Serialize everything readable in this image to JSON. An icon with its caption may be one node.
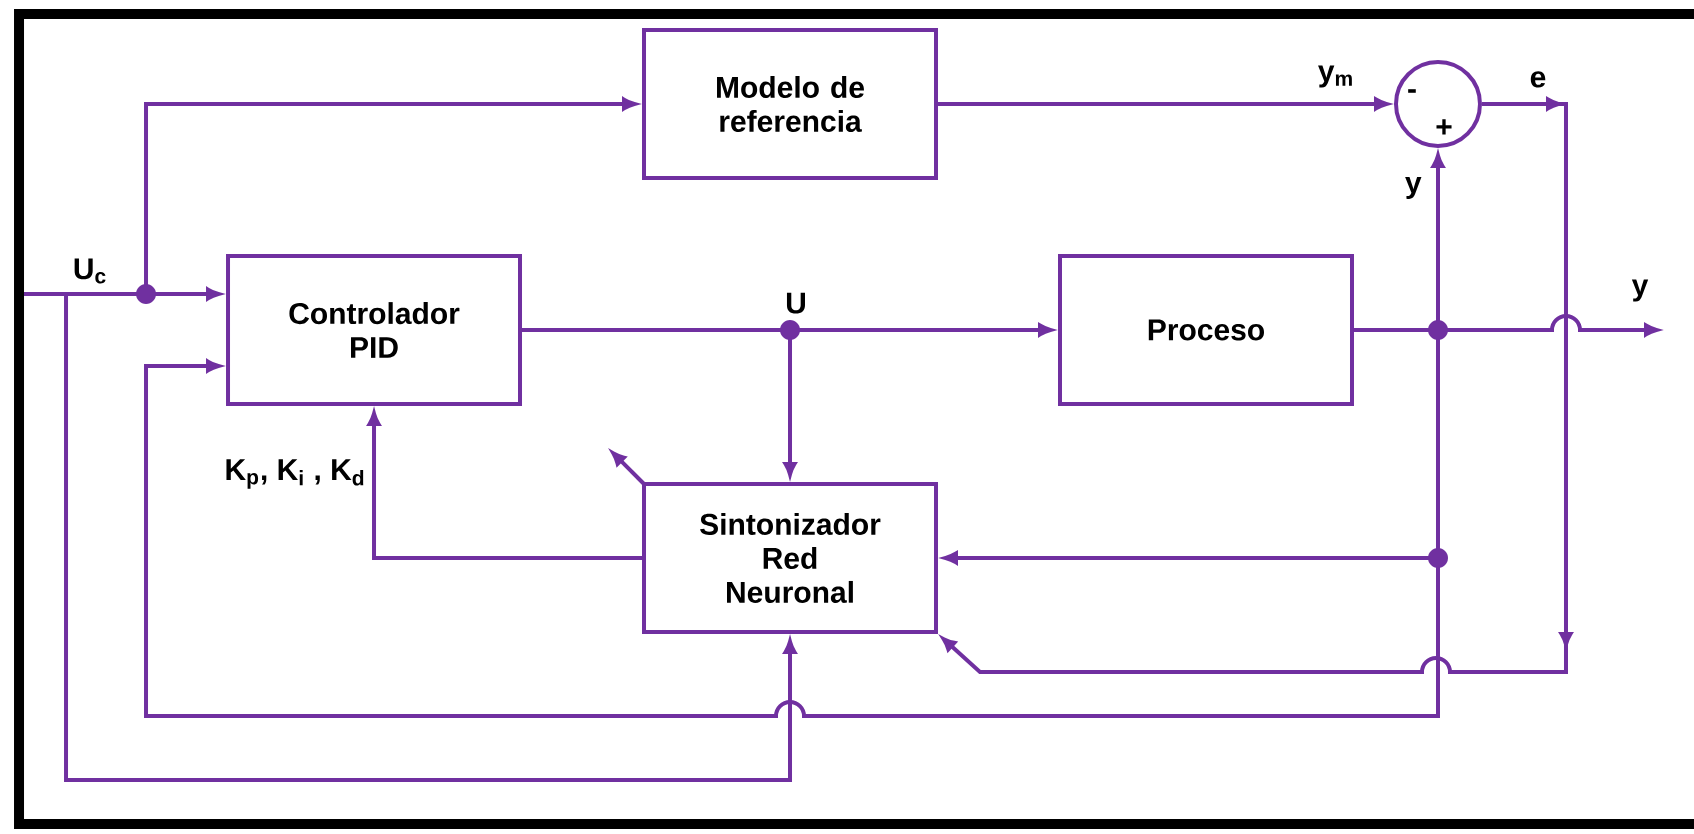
{
  "diagram": {
    "nodes": [
      {
        "text": [
          "Modelo de referencia"
        ]
      },
      {
        "text": [
          "Controlador PID"
        ]
      },
      {
        "text": [
          "Proceso"
        ]
      },
      {
        "text": [
          "Sintonizador Red Neuronal"
        ]
      },
      {
        "text": [
          "-",
          "+"
        ]
      }
    ],
    "edges": [
      {
        "from": null,
        "to": 1,
        "arrow": "to",
        "label": "U$_{c}$"
      },
      {
        "from": null,
        "to": 0,
        "arrow": "to"
      },
      {
        "from": null,
        "to": 3,
        "arrow": "to"
      },
      {
        "from": 0,
        "to": 4,
        "arrow": "to",
        "label": "y$_{m}$"
      },
      {
        "from": 4,
        "to": 3,
        "arrow": "to",
        "label": "e"
      },
      {
        "from": 1,
        "to": 2,
        "arrow": "to",
        "label": "U"
      },
      {
        "from": 1,
        "to": 3,
        "arrow": "to"
      },
      {
        "from": 2,
        "to": null,
        "arrow": "to",
        "label": "y"
      },
      {
        "from": 2,
        "to": 4,
        "arrow": "to",
        "label": "y"
      },
      {
        "from": 2,
        "to": 3,
        "arrow": "to"
      },
      {
        "from": 2,
        "to": 1,
        "arrow": "to"
      },
      {
        "from": 3,
        "to": 1,
        "arrow": "to",
        "label": "K$_{p}$, K$_{i}$ , K$_{d}$"
      }
    ]
  }
}
